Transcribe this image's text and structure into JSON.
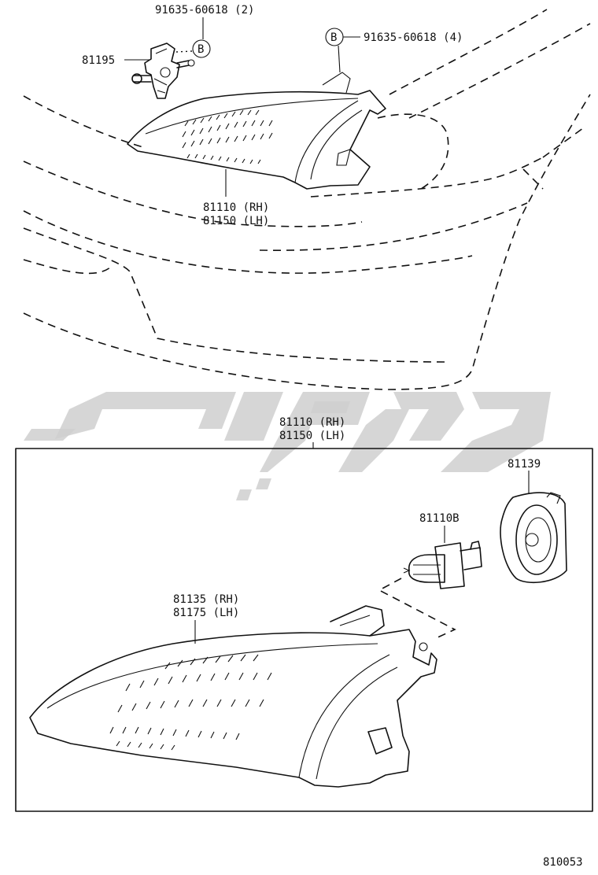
{
  "diagram": {
    "upper": {
      "bolt_bracket_label": "91635-60618 (2)",
      "bolt_lamp_label": "91635-60618 (4)",
      "adjuster_label": "81195",
      "ref_b": "B",
      "headlamp_rh": "81110 (RH)",
      "headlamp_lh": "81150 (LH)"
    },
    "detail": {
      "assembly_rh": "81110 (RH)",
      "assembly_lh": "81150 (LH)",
      "socket_cover": "81139",
      "bulb": "81110B",
      "unit_rh": "81135 (RH)",
      "unit_lh": "81175 (LH)"
    },
    "figure_number": "810053"
  },
  "watermark": {
    "color": "#cfcfcf"
  }
}
